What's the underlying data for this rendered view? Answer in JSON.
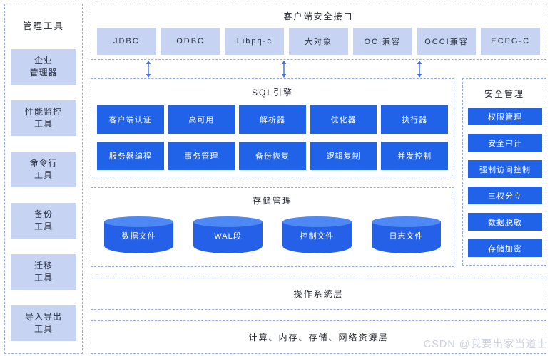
{
  "management_tools": {
    "title": "管理工具",
    "items": [
      "企业\n管理器",
      "性能监控\n工具",
      "命令行\n工具",
      "备份\n工具",
      "迁移\n工具",
      "导入导出\n工具"
    ]
  },
  "client_interface": {
    "title": "客户端安全接口",
    "items": [
      "JDBC",
      "ODBC",
      "Libpq-c",
      "大对象",
      "OCI兼容",
      "OCCI兼容",
      "ECPG-C"
    ]
  },
  "sql_engine": {
    "title": "SQL引擎",
    "row1": [
      "客户端认证",
      "高可用",
      "解析器",
      "优化器",
      "执行器"
    ],
    "row2": [
      "服务器编程",
      "事务管理",
      "备份恢复",
      "逻辑复制",
      "并发控制"
    ]
  },
  "security": {
    "title": "安全管理",
    "items": [
      "权限管理",
      "安全审计",
      "强制访问控制",
      "三权分立",
      "数据脱敏",
      "存储加密"
    ]
  },
  "storage": {
    "title": "存储管理",
    "items": [
      "数据文件",
      "WAL段",
      "控制文件",
      "日志文件"
    ]
  },
  "os_layer": {
    "title": "操作系统层"
  },
  "resource_layer": {
    "title": "计算、内存、存储、网络资源层"
  },
  "watermark": "CSDN @我要出家当道士",
  "icons": {
    "double_arrow_icon": "↕ bidirectional connector, 3 instances"
  },
  "colors": {
    "block_blue": "#2163e8",
    "cylinder_top_blue": "#4e88f4",
    "light_chip_blue": "#c7d3f2",
    "dashed_border": "#92a8e2",
    "dark_text": "#2b3244",
    "watermark_gray": "#ccd0dc"
  }
}
